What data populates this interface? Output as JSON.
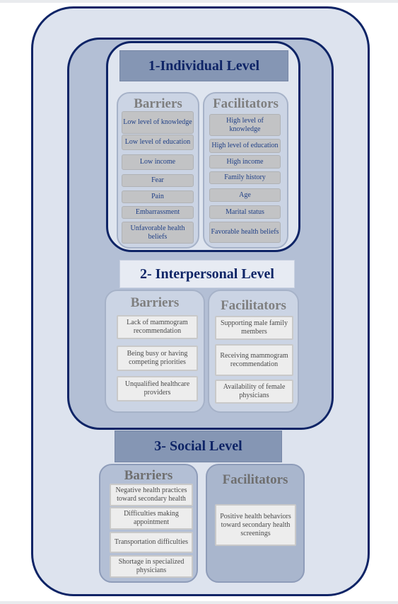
{
  "levels": {
    "individual": {
      "title": "1-Individual Level",
      "barriers_heading": "Barriers",
      "facilitators_heading": "Facilitators",
      "barriers": [
        "Low level of knowledge",
        "Low level of education",
        "Low income",
        "Fear",
        "Pain",
        "Embarrassment",
        "Unfavorable health beliefs"
      ],
      "facilitators": [
        "High level of knowledge",
        "High level of education",
        "High income",
        "Family history",
        "Age",
        "Marital status",
        "Favorable health beliefs"
      ]
    },
    "interpersonal": {
      "title": "2- Interpersonal Level",
      "barriers_heading": "Barriers",
      "facilitators_heading": "Facilitators",
      "barriers": [
        "Lack of  mammogram recommendation",
        "Being busy or having competing priorities",
        "Unqualified healthcare providers"
      ],
      "facilitators": [
        "Supporting male family members",
        "Receiving mammogram recommendation",
        "Availability of female physicians"
      ]
    },
    "social": {
      "title": "3- Social Level",
      "barriers_heading": "Barriers",
      "facilitators_heading": "Facilitators",
      "barriers": [
        "Negative health practices toward secondary health",
        "Difficulties making appointment",
        "Transportation difficulties",
        "Shortage in specialized physicians"
      ],
      "facilitators": [
        "Positive health behaviors toward secondary health screenings"
      ]
    }
  },
  "colors": {
    "ring": "#0e2466",
    "title_text": "#0e2466",
    "heading_text": "#7f7f7f",
    "individual_item_text": "#1f3f86"
  }
}
